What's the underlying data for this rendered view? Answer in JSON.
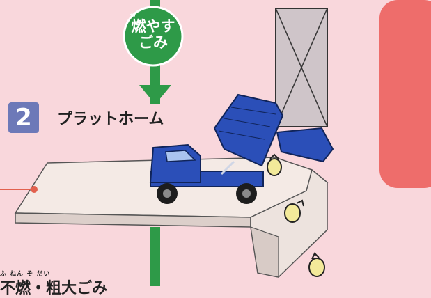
{
  "step": {
    "number": "2",
    "title": "プラットホーム"
  },
  "burnable_badge": {
    "ruby": "も",
    "line1": "燃やす",
    "line2": "ごみ"
  },
  "bottom_label": {
    "ruby": "ふ ねん   そ だい",
    "text": "不燃・粗大ごみ"
  },
  "colors": {
    "background": "#f9d7dc",
    "flow_arrow": "#2e9a48",
    "badge_fill": "#2e9a48",
    "step_badge": "#6d79b8",
    "truck_blue": "#2b4fb8",
    "side_panel": "#ee6d6b",
    "connector_line": "#e2604e",
    "garbage_bag": "#f3ea9a"
  },
  "icons": [
    "truck-icon",
    "garbage-bag-icon",
    "down-arrow-icon",
    "pit-crate-icon"
  ]
}
